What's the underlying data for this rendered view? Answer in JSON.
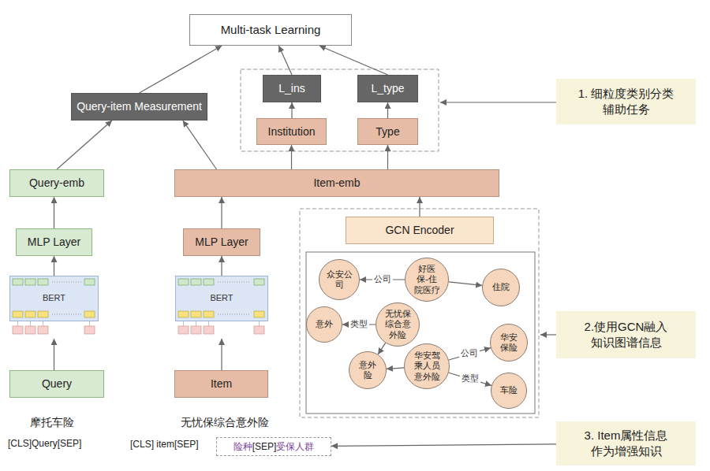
{
  "diagram": {
    "nodes": [
      {
        "text": [
          "Multi-task Learning"
        ]
      },
      {
        "text": [
          "L_ins"
        ]
      },
      {
        "text": [
          "L_type"
        ]
      },
      {
        "text": [
          "1. 细粒度类别分类 辅助任务"
        ]
      },
      {
        "text": [
          "Query-item Measurement"
        ]
      },
      {
        "text": [
          "Institution"
        ]
      },
      {
        "text": [
          "Type"
        ]
      },
      {
        "text": [
          "Query-emb"
        ]
      },
      {
        "text": [
          "Item-emb"
        ]
      },
      {
        "text": [
          "GCN Encoder"
        ]
      },
      {
        "text": [
          "MLP Layer"
        ]
      },
      {
        "text": [
          "MLP Layer"
        ]
      },
      {
        "text": [
          "众安公 司"
        ]
      },
      {
        "text": [
          "好医 保-住 院医疗"
        ]
      },
      {
        "text": [
          "住院"
        ]
      },
      {
        "text": [
          "BERT"
        ]
      },
      {
        "text": [
          "BERT"
        ]
      },
      {
        "text": [
          "意外"
        ]
      },
      {
        "text": [
          "无忧保 综合意 外险"
        ]
      },
      {
        "text": [
          "华安 保险"
        ]
      },
      {
        "text": [
          "意外 险"
        ]
      },
      {
        "text": [
          "华安驾 乘人员 意外险"
        ]
      },
      {
        "text": [
          "车险"
        ]
      },
      {
        "text": [
          "2.使用GCN融入 知识图谱信息"
        ]
      },
      {
        "text": [
          "Query"
        ]
      },
      {
        "text": [
          "Item"
        ]
      },
      {
        "text": [
          "险种",
          "[SEP]",
          "受保人群"
        ]
      },
      {
        "text": [
          "3. Item属性信息 作为增强知识"
        ]
      }
    ],
    "edges": [
      {
        "from": 24,
        "to": 15,
        "arrow": "to"
      },
      {
        "from": 15,
        "to": 10,
        "arrow": "to"
      },
      {
        "from": 10,
        "to": 7,
        "arrow": "to"
      },
      {
        "from": 7,
        "to": 4,
        "arrow": "to"
      },
      {
        "from": 8,
        "to": 4,
        "arrow": "to"
      },
      {
        "from": 4,
        "to": 0,
        "arrow": "to"
      },
      {
        "from": 1,
        "to": 0,
        "arrow": "to"
      },
      {
        "from": 2,
        "to": 0,
        "arrow": "to"
      },
      {
        "from": 5,
        "to": 1,
        "arrow": "to"
      },
      {
        "from": 6,
        "to": 2,
        "arrow": "to"
      },
      {
        "from": 8,
        "to": 5,
        "arrow": "to"
      },
      {
        "from": 8,
        "to": 6,
        "arrow": "to"
      },
      {
        "from": 25,
        "to": 16,
        "arrow": "to"
      },
      {
        "from": 16,
        "to": 11,
        "arrow": "to"
      },
      {
        "from": 11,
        "to": 8,
        "arrow": "to"
      },
      {
        "from": 9,
        "to": 8,
        "arrow": "to"
      },
      {
        "from": 13,
        "to": 12,
        "label": "公司",
        "arrow": "to"
      },
      {
        "from": 13,
        "to": 14,
        "arrow": "to"
      },
      {
        "from": 18,
        "to": 17,
        "label": "类型",
        "arrow": "to"
      },
      {
        "from": 18,
        "to": 20,
        "arrow": "to"
      },
      {
        "from": 21,
        "to": 20,
        "arrow": "to"
      },
      {
        "from": 21,
        "to": 19,
        "label": "公司",
        "arrow": "to"
      },
      {
        "from": 21,
        "to": 22,
        "label": "类型",
        "arrow": "to"
      },
      {
        "from": 27,
        "to": 26,
        "arrow": "to"
      }
    ],
    "labels": [
      "摩托车险",
      "[CLS]Query[SEP]",
      "无忧保综合意外险",
      "[CLS] item[SEP]"
    ]
  }
}
